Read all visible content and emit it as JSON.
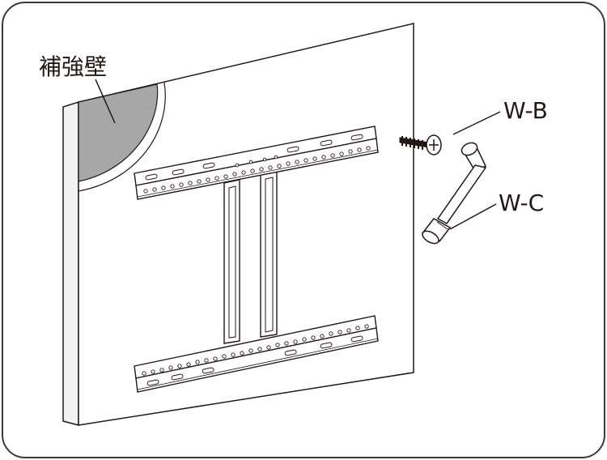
{
  "labels": {
    "reinforced_wall": "補強壁",
    "screw": "W-B",
    "wrench": "W-C"
  },
  "colors": {
    "line": "#231815",
    "frame": "#3a3a3a",
    "wall_face": "#ffffff",
    "wall_edge": "#f2f2f2",
    "reinforced_area": "#a7a7a7",
    "slot_fill": "#ffffff"
  },
  "icons": {
    "screw": "screw-icon",
    "wrench": "socket-wrench-icon"
  }
}
